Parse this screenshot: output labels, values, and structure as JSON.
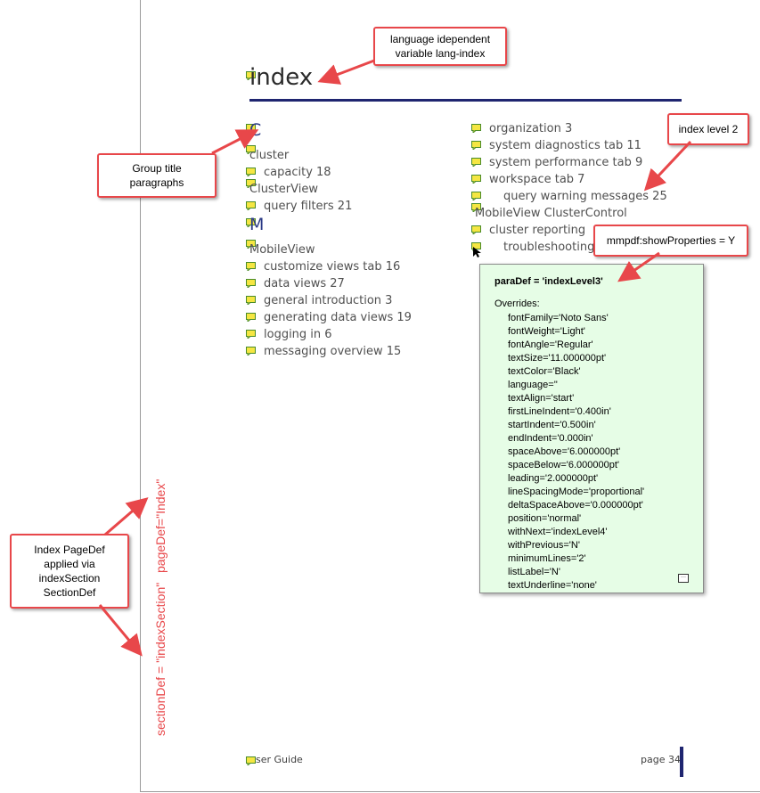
{
  "page": {
    "title": "index",
    "footer_left": "ser Guide",
    "footer_right": "page 34"
  },
  "index": {
    "col1": [
      {
        "text": "C",
        "kind": "group"
      },
      {
        "text": "cluster",
        "kind": "l1"
      },
      {
        "text": "capacity 18",
        "kind": "l2"
      },
      {
        "text": "ClusterView",
        "kind": "l1"
      },
      {
        "text": "query filters 21",
        "kind": "l2"
      },
      {
        "text": "M",
        "kind": "group"
      },
      {
        "text": "MobileView",
        "kind": "l1"
      },
      {
        "text": "customize views tab 16",
        "kind": "l2"
      },
      {
        "text": "data views 27",
        "kind": "l2"
      },
      {
        "text": "general introduction 3",
        "kind": "l2"
      },
      {
        "text": "generating data views 19",
        "kind": "l2"
      },
      {
        "text": "logging in 6",
        "kind": "l2"
      },
      {
        "text": "messaging overview 15",
        "kind": "l2"
      }
    ],
    "col2": [
      {
        "text": "organization 3",
        "kind": "l2"
      },
      {
        "text": "system diagnostics tab 11",
        "kind": "l2"
      },
      {
        "text": "system performance tab 9",
        "kind": "l2"
      },
      {
        "text": "workspace tab 7",
        "kind": "l2"
      },
      {
        "text": "query warning messages 25",
        "kind": "l3"
      },
      {
        "text": "MobileView ClusterControl",
        "kind": "l1"
      },
      {
        "text": "cluster reporting",
        "kind": "l2"
      },
      {
        "text": "troubleshooting 2",
        "kind": "l3"
      }
    ]
  },
  "callouts": {
    "lang": "language idependent\nvariable lang-index",
    "group": "Group title\nparagraphs",
    "level2": "index level 2",
    "props": "mmpdf:showProperties = Y",
    "pagedef": "Index PageDef\napplied via\nindexSection\nSectionDef"
  },
  "vertical": {
    "section": "sectionDef = \"indexSection\"",
    "pagedef": "pageDef=\"Index\""
  },
  "properties": {
    "header": "paraDef = 'indexLevel3'",
    "overrides_label": "Overrides:",
    "lines": [
      "fontFamily='Noto Sans'",
      "fontWeight='Light'",
      "fontAngle='Regular'",
      "textSize='11.000000pt'",
      "textColor='Black'",
      "language=''",
      "textAlign='start'",
      "firstLineIndent='0.400in'",
      "startIndent='0.500in'",
      "endIndent='0.000in'",
      "spaceAbove='6.000000pt'",
      "spaceBelow='6.000000pt'",
      "leading='2.000000pt'",
      "lineSpacingMode='proportional'",
      "deltaSpaceAbove='0.000000pt'",
      "position='normal'",
      "withNext='indexLevel4'",
      "withPrevious='N'",
      "minimumLines='2'",
      "listLabel='N'",
      "textUnderline='none'"
    ]
  },
  "colors": {
    "accent_red": "#e8474a",
    "heading_blue": "#2b3a86",
    "rule_navy": "#1f2570",
    "panel_green": "#e6fde6"
  }
}
